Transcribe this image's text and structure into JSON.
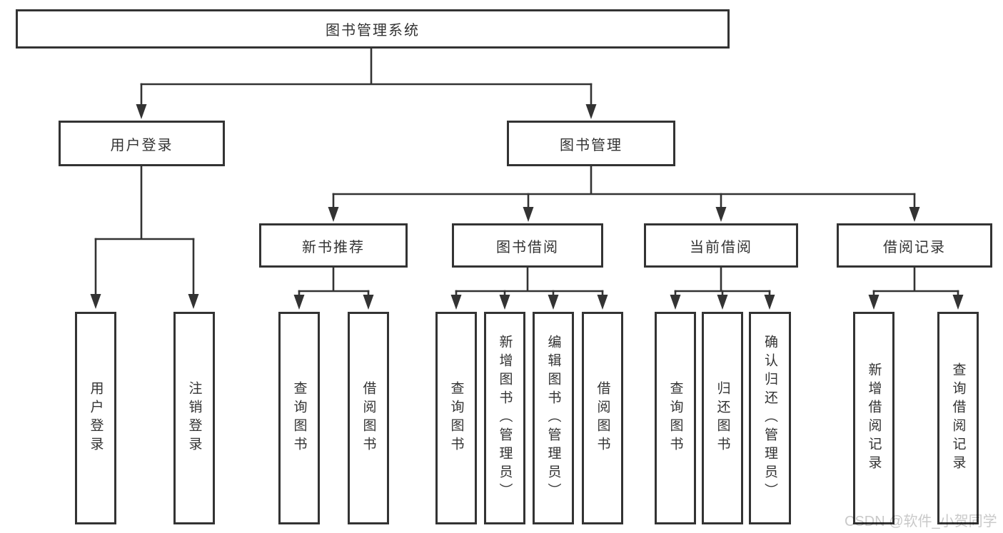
{
  "tree": {
    "root": "图书管理系统",
    "level2": {
      "user_login": "用户登录",
      "book_management": "图书管理"
    },
    "level3": {
      "new_book_recommend": "新书推荐",
      "book_borrow": "图书借阅",
      "current_borrow": "当前借阅",
      "borrow_record": "借阅记录"
    },
    "leaves": {
      "user_login": [
        "用户登录",
        "注销登录"
      ],
      "new_book_recommend": [
        "查询图书",
        "借阅图书"
      ],
      "book_borrow": [
        "查询图书",
        "新增图书（管理员）",
        "编辑图书（管理员）",
        "借阅图书"
      ],
      "current_borrow": [
        "查询图书",
        "归还图书",
        "确认归还（管理员）"
      ],
      "borrow_record": [
        "新增借阅记录",
        "查询借阅记录"
      ]
    }
  },
  "watermark": "CSDN @软件_小贺同学",
  "colors": {
    "line": "#333333",
    "text": "#333333",
    "watermark": "#c9c9c9",
    "background": "#ffffff"
  }
}
